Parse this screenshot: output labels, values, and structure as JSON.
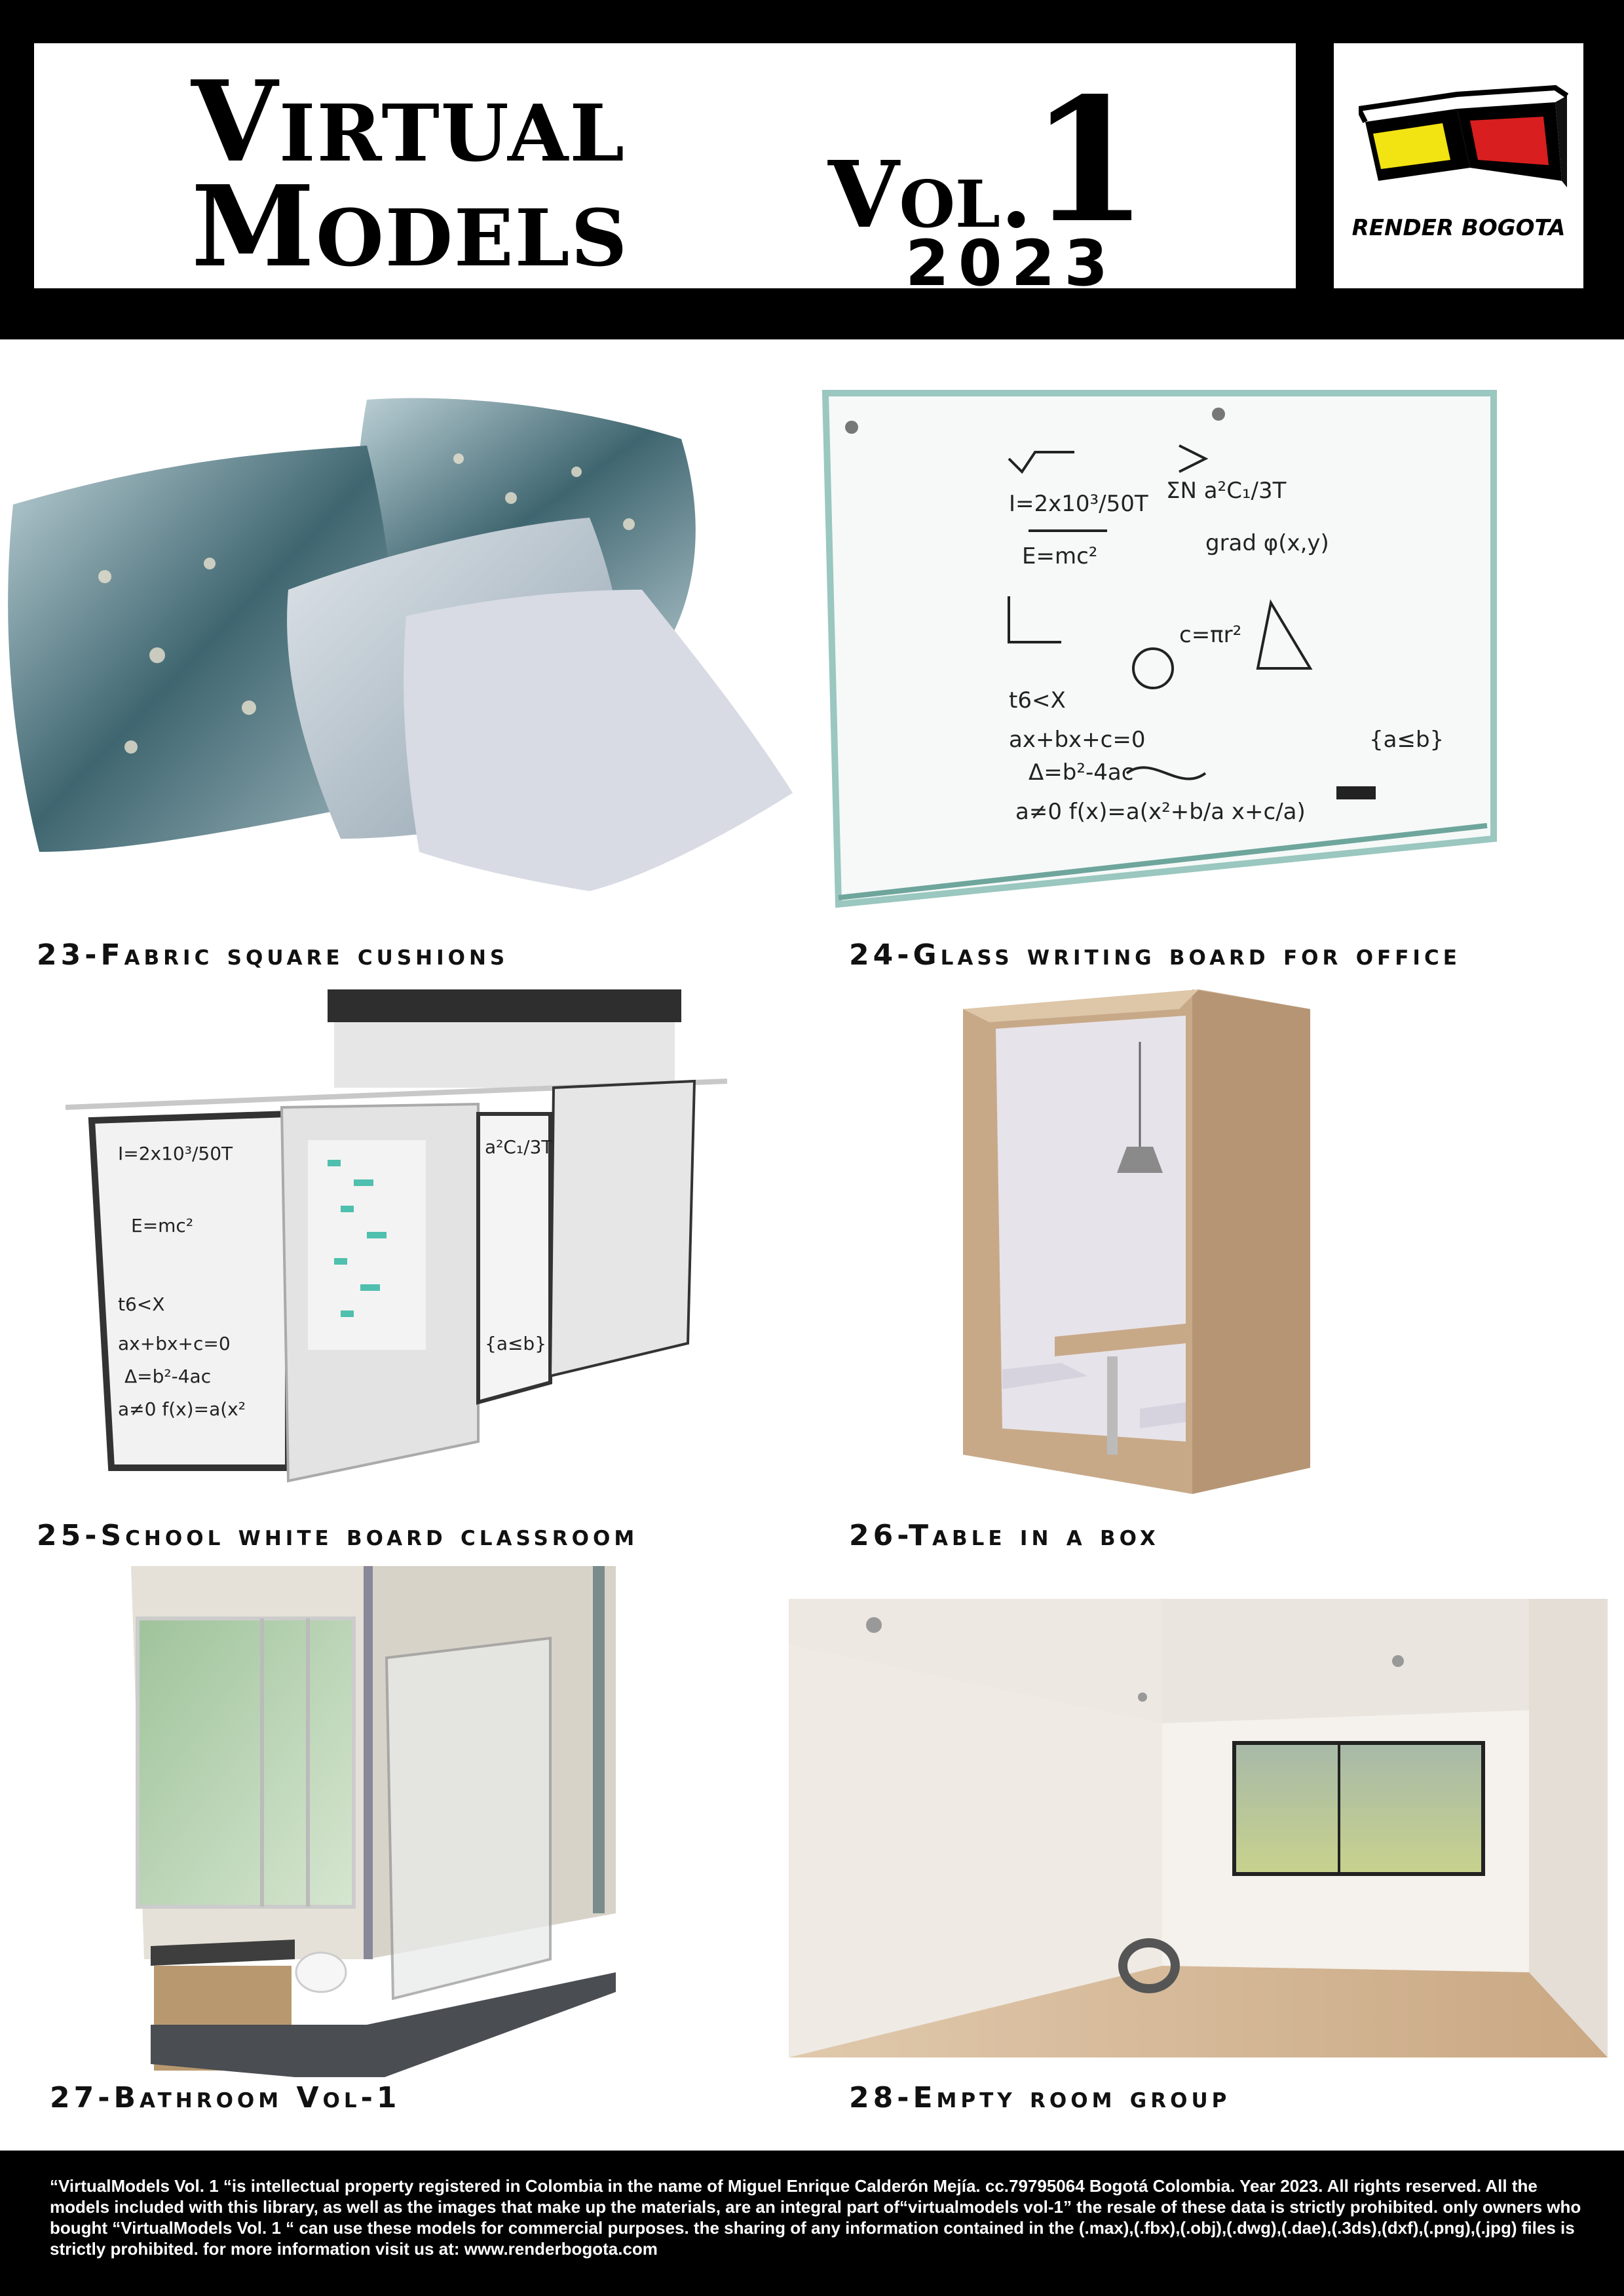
{
  "header": {
    "title_line1": "Virtual",
    "title_line2": "Models",
    "vol_label": "Vol.",
    "vol_number": "1",
    "year": "2023",
    "brand": "RENDER BOGOTA"
  },
  "products": [
    {
      "caption": "23-Fabric square cushions"
    },
    {
      "caption": "24-Glass writing board for office"
    },
    {
      "caption": "25-School white board classroom"
    },
    {
      "caption": "26-Table in a box"
    },
    {
      "caption": "27-Bathroom Vol-1"
    },
    {
      "caption": "28-Empty room group"
    }
  ],
  "footer": {
    "text": "“VirtualModels Vol. 1 “is intellectual property registered in Colombia in the name of Miguel Enrique Calderón Mejía. cc.79795064 Bogotá Colombia. Year 2023. All rights reserved. All the models included with this library, as well as the images that make up the materials, are an integral part of“virtualmodels vol-1” the resale of these data is strictly prohibited. only owners who bought “VirtualModels Vol. 1 “ can use these models for commercial purposes. the sharing of any information contained in the (.max),(.fbx),(.obj),(.dwg),(.dae),(.3ds),(dxf),(.png),(.jpg) files is strictly prohibited. for more information visit us at: www.renderbogota.com"
  },
  "colors": {
    "header_bg": "#000000",
    "glasses_lens_left": "#f2e312",
    "glasses_lens_right": "#d81e1e"
  }
}
